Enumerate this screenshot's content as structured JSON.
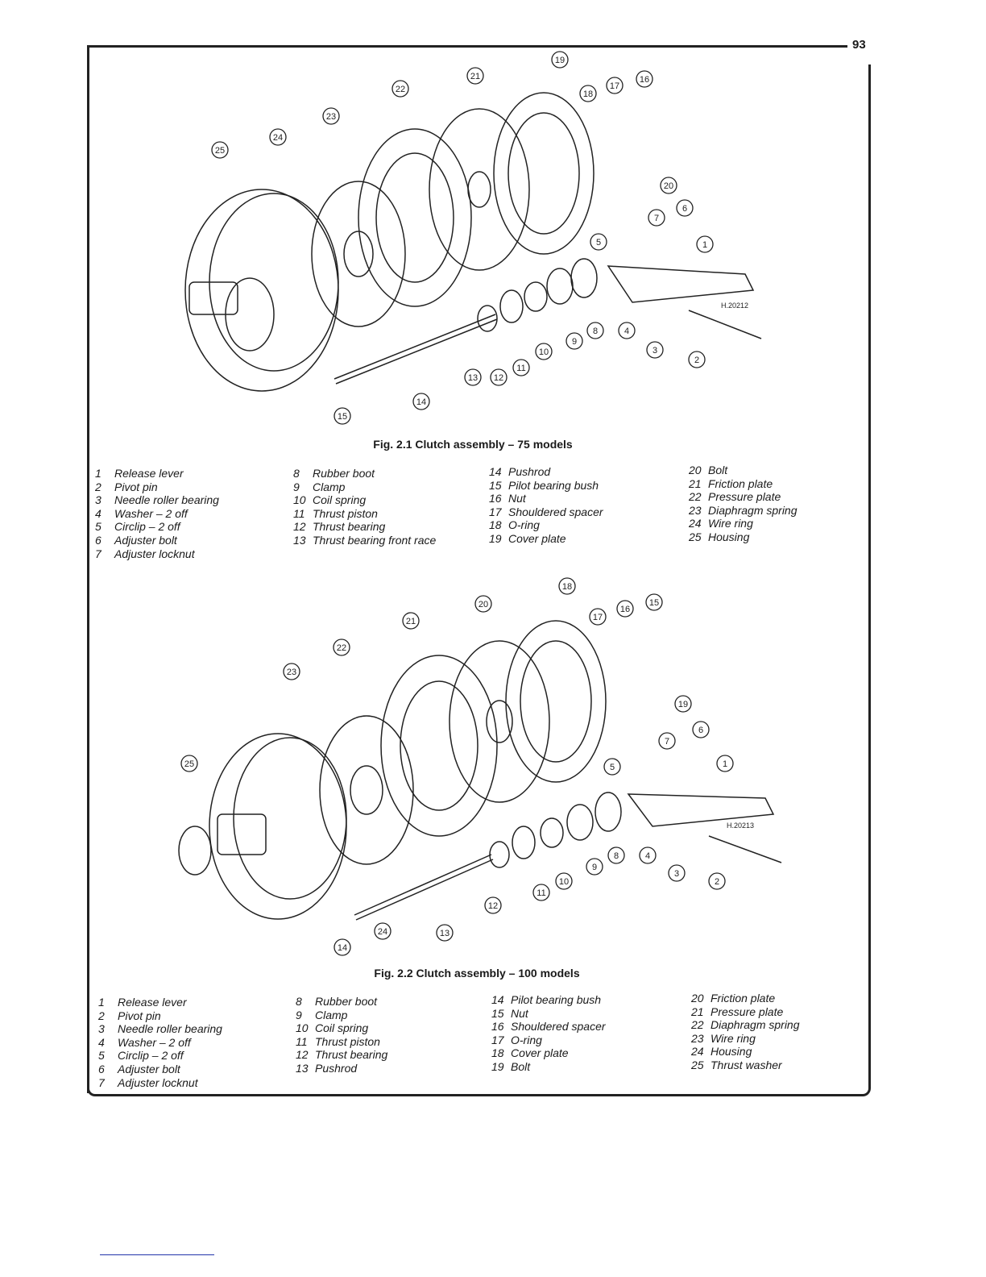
{
  "page_number": "93",
  "figure1": {
    "caption": "Fig. 2.1 Clutch assembly – 75 models",
    "drawing_ref": "H.20212",
    "callouts": [
      "1",
      "2",
      "3",
      "4",
      "5",
      "6",
      "7",
      "8",
      "9",
      "10",
      "11",
      "12",
      "13",
      "14",
      "15",
      "16",
      "17",
      "18",
      "19",
      "20",
      "21",
      "22",
      "23",
      "24",
      "25"
    ],
    "legend_columns": [
      [
        {
          "n": "1",
          "t": "Release lever"
        },
        {
          "n": "2",
          "t": "Pivot pin"
        },
        {
          "n": "3",
          "t": "Needle roller bearing"
        },
        {
          "n": "4",
          "t": "Washer – 2 off"
        },
        {
          "n": "5",
          "t": "Circlip – 2 off"
        },
        {
          "n": "6",
          "t": "Adjuster bolt"
        },
        {
          "n": "7",
          "t": "Adjuster locknut"
        }
      ],
      [
        {
          "n": "8",
          "t": "Rubber boot"
        },
        {
          "n": "9",
          "t": "Clamp"
        },
        {
          "n": "10",
          "t": "Coil spring"
        },
        {
          "n": "11",
          "t": "Thrust piston"
        },
        {
          "n": "12",
          "t": "Thrust bearing"
        },
        {
          "n": "13",
          "t": "Thrust bearing front race"
        }
      ],
      [
        {
          "n": "14",
          "t": "Pushrod"
        },
        {
          "n": "15",
          "t": "Pilot bearing bush"
        },
        {
          "n": "16",
          "t": "Nut"
        },
        {
          "n": "17",
          "t": "Shouldered spacer"
        },
        {
          "n": "18",
          "t": "O-ring"
        },
        {
          "n": "19",
          "t": "Cover plate"
        }
      ],
      [
        {
          "n": "20",
          "t": "Bolt"
        },
        {
          "n": "21",
          "t": "Friction plate"
        },
        {
          "n": "22",
          "t": "Pressure plate"
        },
        {
          "n": "23",
          "t": "Diaphragm spring"
        },
        {
          "n": "24",
          "t": "Wire ring"
        },
        {
          "n": "25",
          "t": "Housing"
        }
      ]
    ]
  },
  "figure2": {
    "caption": "Fig. 2.2 Clutch assembly – 100 models",
    "drawing_ref": "H.20213",
    "callouts": [
      "1",
      "2",
      "3",
      "4",
      "5",
      "6",
      "7",
      "8",
      "9",
      "10",
      "11",
      "12",
      "13",
      "14",
      "15",
      "16",
      "17",
      "18",
      "19",
      "20",
      "21",
      "22",
      "23",
      "24",
      "25"
    ],
    "legend_columns": [
      [
        {
          "n": "1",
          "t": "Release lever"
        },
        {
          "n": "2",
          "t": "Pivot pin"
        },
        {
          "n": "3",
          "t": "Needle roller bearing"
        },
        {
          "n": "4",
          "t": "Washer – 2 off"
        },
        {
          "n": "5",
          "t": "Circlip – 2 off"
        },
        {
          "n": "6",
          "t": "Adjuster bolt"
        },
        {
          "n": "7",
          "t": "Adjuster locknut"
        }
      ],
      [
        {
          "n": "8",
          "t": "Rubber boot"
        },
        {
          "n": "9",
          "t": "Clamp"
        },
        {
          "n": "10",
          "t": "Coil spring"
        },
        {
          "n": "11",
          "t": "Thrust piston"
        },
        {
          "n": "12",
          "t": "Thrust bearing"
        },
        {
          "n": "13",
          "t": "Pushrod"
        }
      ],
      [
        {
          "n": "14",
          "t": "Pilot bearing bush"
        },
        {
          "n": "15",
          "t": "Nut"
        },
        {
          "n": "16",
          "t": "Shouldered spacer"
        },
        {
          "n": "17",
          "t": "O-ring"
        },
        {
          "n": "18",
          "t": "Cover plate"
        },
        {
          "n": "19",
          "t": "Bolt"
        }
      ],
      [
        {
          "n": "20",
          "t": "Friction plate"
        },
        {
          "n": "21",
          "t": "Pressure plate"
        },
        {
          "n": "22",
          "t": "Diaphragm spring"
        },
        {
          "n": "23",
          "t": "Wire ring"
        },
        {
          "n": "24",
          "t": "Housing"
        },
        {
          "n": "25",
          "t": "Thrust washer"
        }
      ]
    ]
  }
}
